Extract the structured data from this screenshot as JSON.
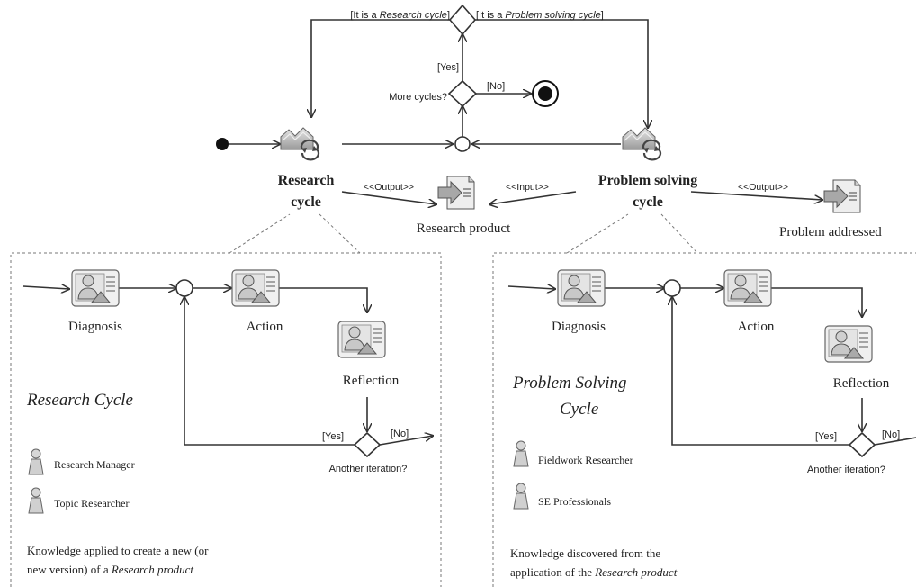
{
  "top": {
    "guard_research": [
      "[It is a ",
      "Research cycle",
      "]"
    ],
    "guard_problem": [
      "[It is a ",
      "Problem solving cycle",
      "]"
    ],
    "yes": "[Yes]",
    "no": "[No]",
    "more_cycles": "More cycles?",
    "research_cycle": [
      "Research",
      "cycle"
    ],
    "problem_cycle": [
      "Problem solving",
      "cycle"
    ],
    "output1": "<<Output>>",
    "input": "<<Input>>",
    "output2": "<<Output>>",
    "research_product": "Research product",
    "problem_addressed": "Problem addressed"
  },
  "left_panel": {
    "diagnosis": "Diagnosis",
    "action": "Action",
    "reflection": "Reflection",
    "title": "Research Cycle",
    "yes": "[Yes]",
    "no": "[No]",
    "another": "Another iteration?",
    "roles": [
      "Research Manager",
      "Topic Researcher"
    ],
    "note_line1": "Knowledge applied to create a new  (or",
    "note_line2_prefix": "new version) of a ",
    "note_line2_em": "Research  product"
  },
  "right_panel": {
    "diagnosis": "Diagnosis",
    "action": "Action",
    "reflection": "Reflection",
    "title": [
      "Problem Solving",
      "Cycle"
    ],
    "yes": "[Yes]",
    "no": "[No]",
    "another": "Another iteration?",
    "roles": [
      "Fieldwork Researcher",
      "SE Professionals"
    ],
    "note_line1": "Knowledge discovered from the",
    "note_line2_prefix": "application  of the ",
    "note_line2_em": "Research product"
  }
}
